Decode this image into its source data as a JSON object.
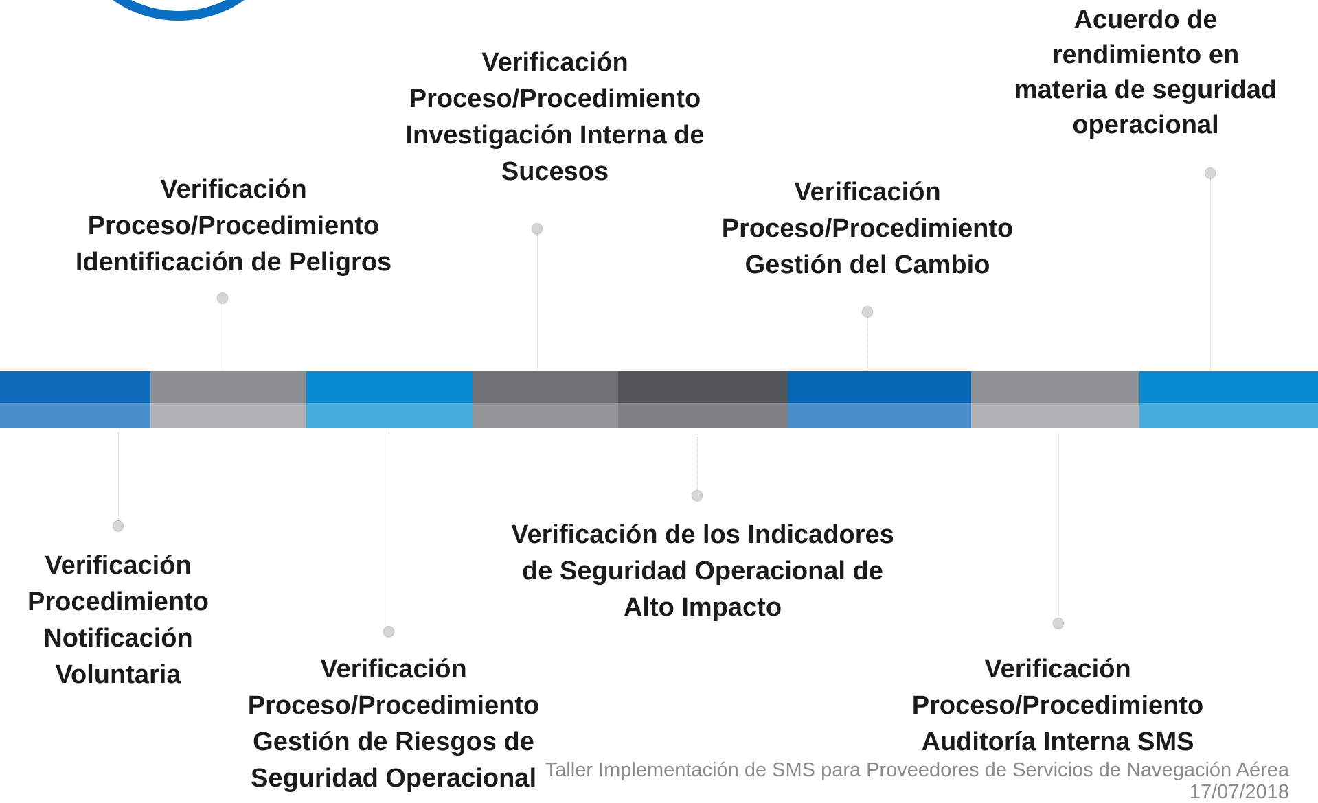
{
  "band_colors": {
    "top": [
      "#0d6ab8",
      "#8d9093",
      "#0a8ad0",
      "#6e7175",
      "#53565b",
      "#0468b6",
      "#8e9195",
      "#0a8ad0"
    ],
    "bottom": [
      "#4a8fcb",
      "#b0b2b4",
      "#46aadb",
      "#939598",
      "#7f8184",
      "#4a8fcb",
      "#b0b2b4",
      "#46aadb"
    ]
  },
  "milestones_above": [
    {
      "lines": [
        "Verificación",
        "Proceso/Procedimiento",
        "Identificación de Peligros"
      ]
    },
    {
      "lines": [
        "Verificación",
        "Proceso/Procedimiento",
        "Investigación Interna de",
        "Sucesos"
      ]
    },
    {
      "lines": [
        "Verificación",
        "Proceso/Procedimiento",
        "Gestión del Cambio"
      ]
    },
    {
      "lines": [
        "Acuerdo de",
        "rendimiento en",
        "materia de seguridad",
        "operacional"
      ]
    }
  ],
  "milestones_below": [
    {
      "lines": [
        "Verificación",
        "Procedimiento",
        "Notificación",
        "Voluntaria"
      ]
    },
    {
      "lines": [
        "Verificación",
        "Proceso/Procedimiento",
        "Gestión de Riesgos de",
        "Seguridad Operacional"
      ]
    },
    {
      "lines": [
        "Verificación de los Indicadores",
        "de Seguridad Operacional de",
        "Alto Impacto"
      ]
    },
    {
      "lines": [
        "Verificación",
        "Proceso/Procedimiento",
        "Auditoría Interna SMS"
      ]
    }
  ],
  "footer": {
    "title": "Taller Implementación de SMS para Proveedores de Servicios de Navegación Aérea",
    "date": "17/07/2018"
  }
}
